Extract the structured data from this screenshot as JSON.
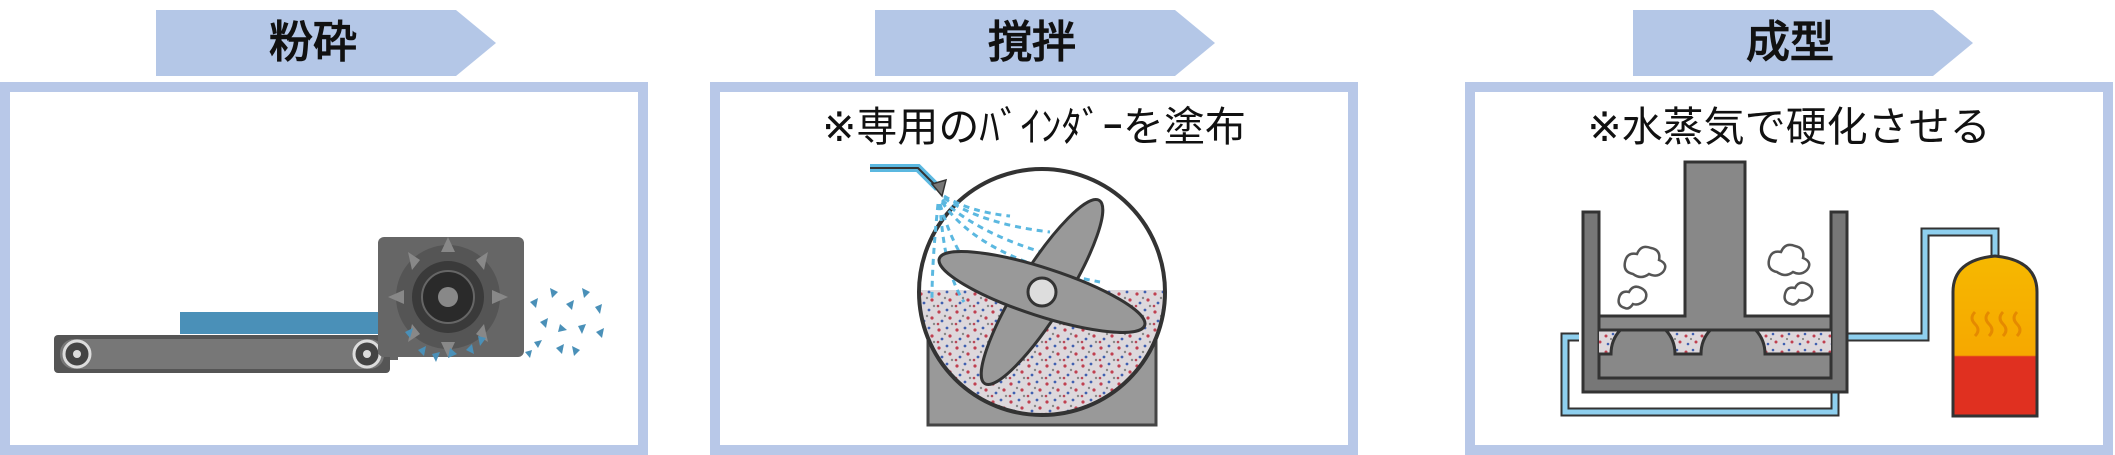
{
  "steps": [
    {
      "title": "粉砕",
      "note": ""
    },
    {
      "title": "撹拌",
      "note": "※専用のﾊﾞｲﾝﾀﾞｰを塗布"
    },
    {
      "title": "成型",
      "note": "※水蒸気で硬化させる"
    }
  ],
  "colors": {
    "tab": "#b4c7e7",
    "frame": "#b8c8e8",
    "machine": "#8a8a8a",
    "dark": "#444444",
    "belt_material": "#4a90b8",
    "spray": "#5bb8e0",
    "boiler_top": "#f6b800",
    "boiler_bottom": "#e03020"
  },
  "icons": [
    "crusher-icon",
    "conveyor-icon",
    "mixer-icon",
    "fan-icon",
    "spray-nozzle-icon",
    "steam-cloud-icon",
    "boiler-icon",
    "press-mold-icon"
  ]
}
